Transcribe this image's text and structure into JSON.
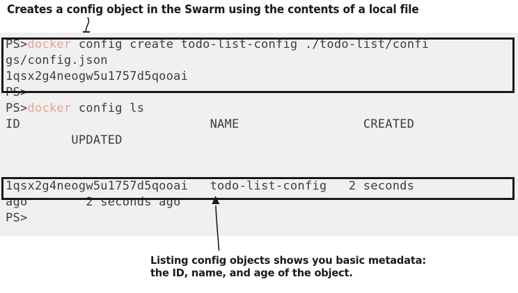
{
  "annotations": {
    "top_caption": "Creates a config object in the Swarm using the contents of a local file",
    "bottom_caption": "Listing config objects shows you basic metadata:\nthe ID, name, and age of the object.",
    "arrow_top_name": "down-arrow-icon",
    "arrow_bottom_name": "up-arrow-icon"
  },
  "terminal": {
    "prompt": "PS>",
    "accent_color": "#e8a58c",
    "text_color": "#3c3c3c",
    "background_color": "#f0f0f0",
    "highlight_border_color": "#17171a",
    "lines": [
      {
        "prompt": "PS>",
        "command": "docker",
        "rest": " config create todo-list-config ./todo-list/confi"
      },
      {
        "prompt": "",
        "command": "",
        "rest": "gs/config.json"
      },
      {
        "prompt": "",
        "command": "",
        "rest": "1qsx2g4neogw5u1757d5qooai"
      },
      {
        "prompt": "PS>",
        "command": "",
        "rest": ""
      },
      {
        "prompt": "PS>",
        "command": "docker",
        "rest": " config ls"
      },
      {
        "prompt": "",
        "command": "",
        "rest": "ID                          NAME                 CREATED"
      },
      {
        "prompt": "",
        "command": "",
        "rest": "         UPDATED"
      },
      {
        "prompt": "",
        "command": "",
        "rest": "1qsx2g4neogw5u1757d5qooai   todo-list-config   2 seconds"
      },
      {
        "prompt": "",
        "command": "",
        "rest": "ago        2 seconds ago"
      },
      {
        "prompt": "PS>",
        "command": "",
        "rest": ""
      }
    ]
  },
  "config_object": {
    "id": "1qsx2g4neogw5u1757d5qooai",
    "name": "todo-list-config",
    "created": "2 seconds ago",
    "updated": "2 seconds ago",
    "source_file": "./todo-list/configs/config.json"
  },
  "table": {
    "headers": [
      "ID",
      "NAME",
      "CREATED",
      "UPDATED"
    ],
    "rows": [
      [
        "1qsx2g4neogw5u1757d5qooai",
        "todo-list-config",
        "2 seconds ago",
        "2 seconds ago"
      ]
    ]
  }
}
